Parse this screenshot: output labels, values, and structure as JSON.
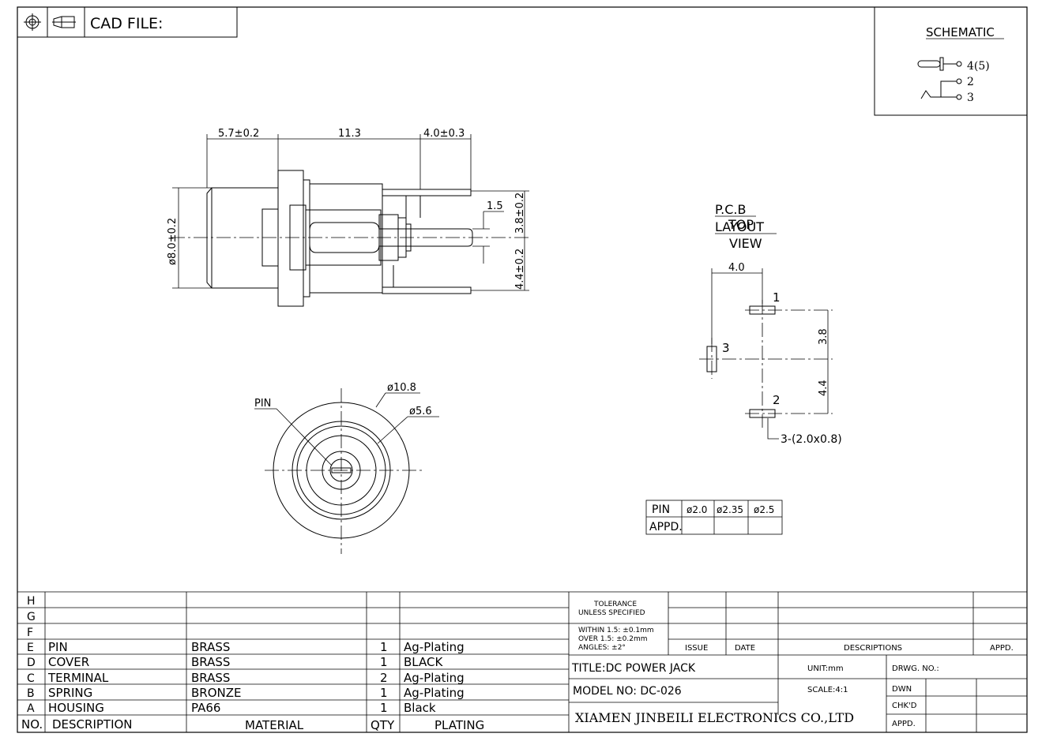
{
  "header": {
    "cad_file_label": "CAD FILE:",
    "projection_icon": "third-angle-projection-icon"
  },
  "schematic": {
    "title": "SCHEMATIC",
    "pin_45": "4(5)",
    "pin_2": "2",
    "pin_3": "3"
  },
  "side_view": {
    "dim_a": "5.7±0.2",
    "dim_b": "11.3",
    "dim_c": "4.0±0.3",
    "dim_dia": "ø8.0±0.2",
    "dim_pin": "1.5",
    "dim_up": "3.8±0.2",
    "dim_down": "4.4±0.2"
  },
  "front_view": {
    "dia_outer": "ø10.8",
    "dia_inner": "ø5.6",
    "pin_label": "PIN"
  },
  "pcb": {
    "title_1": "P.C.B",
    "title_2": "LAYOUT",
    "title_overlap": "TOP",
    "title_3": "VIEW",
    "dim_width": "4.0",
    "dim_upper": "3.8",
    "dim_lower": "4.4",
    "pad_1": "1",
    "pad_2": "2",
    "pad_3": "3",
    "pad_note": "3-(2.0x0.8)"
  },
  "pin_table": {
    "header": [
      "PIN",
      "ø2.0",
      "ø2.35",
      "ø2.5"
    ],
    "row_label": "APPD."
  },
  "bom": {
    "letters": [
      "H",
      "G",
      "F",
      "E",
      "D",
      "C",
      "B",
      "A"
    ],
    "rows": [
      {
        "desc": "",
        "material": "",
        "qty": "",
        "plating": ""
      },
      {
        "desc": "",
        "material": "",
        "qty": "",
        "plating": ""
      },
      {
        "desc": "",
        "material": "",
        "qty": "",
        "plating": ""
      },
      {
        "desc": "PIN",
        "material": "BRASS",
        "qty": "1",
        "plating": "Ag-Plating"
      },
      {
        "desc": "COVER",
        "material": "BRASS",
        "qty": "1",
        "plating": "BLACK"
      },
      {
        "desc": "TERMINAL",
        "material": "BRASS",
        "qty": "2",
        "plating": "Ag-Plating"
      },
      {
        "desc": "SPRING",
        "material": "BRONZE",
        "qty": "1",
        "plating": "Ag-Plating"
      },
      {
        "desc": "HOUSING",
        "material": "PA66",
        "qty": "1",
        "plating": "Black"
      }
    ],
    "headers": {
      "no": "NO.",
      "desc": "DESCRIPTION",
      "material": "MATERIAL",
      "qty": "QTY",
      "plating": "PLATING"
    }
  },
  "title_block": {
    "tolerance_1": "TOLERANCE",
    "tolerance_2": "UNLESS SPECIFIED",
    "within": "WITHIN 1.5: ±0.1mm",
    "over": "OVER 1.5:  ±0.2mm",
    "angles": "ANGLES: ±2°",
    "issue": "ISSUE",
    "date": "DATE",
    "descriptions": "DESCRIPTIONS",
    "appd": "APPD.",
    "title": "TITLE:DC POWER JACK",
    "model": "MODEL NO: DC-026",
    "unit": "UNIT:mm",
    "scale": "SCALE:4:1",
    "drwg": "DRWG. NO.:",
    "dwn": "DWN",
    "chkd": "CHK'D",
    "appd2": "APPD.",
    "company": "XIAMEN JINBEILI ELECTRONICS CO.,LTD"
  }
}
